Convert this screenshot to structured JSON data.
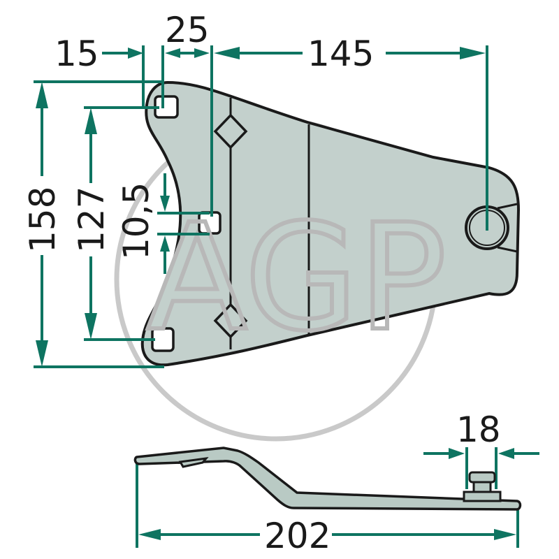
{
  "colors": {
    "dimension": "#0e7461",
    "plate_fill": "#c3d0cc",
    "outline": "#1a1a1a",
    "watermark": "#c4c4c4",
    "side_fill": "#b9cac4"
  },
  "watermark": {
    "text": "AGP"
  },
  "dimensions": {
    "d15": "15",
    "d25": "25",
    "d145": "145",
    "d158": "158",
    "d127": "127",
    "d10_5": "10,5",
    "d18": "18",
    "d202": "202"
  }
}
